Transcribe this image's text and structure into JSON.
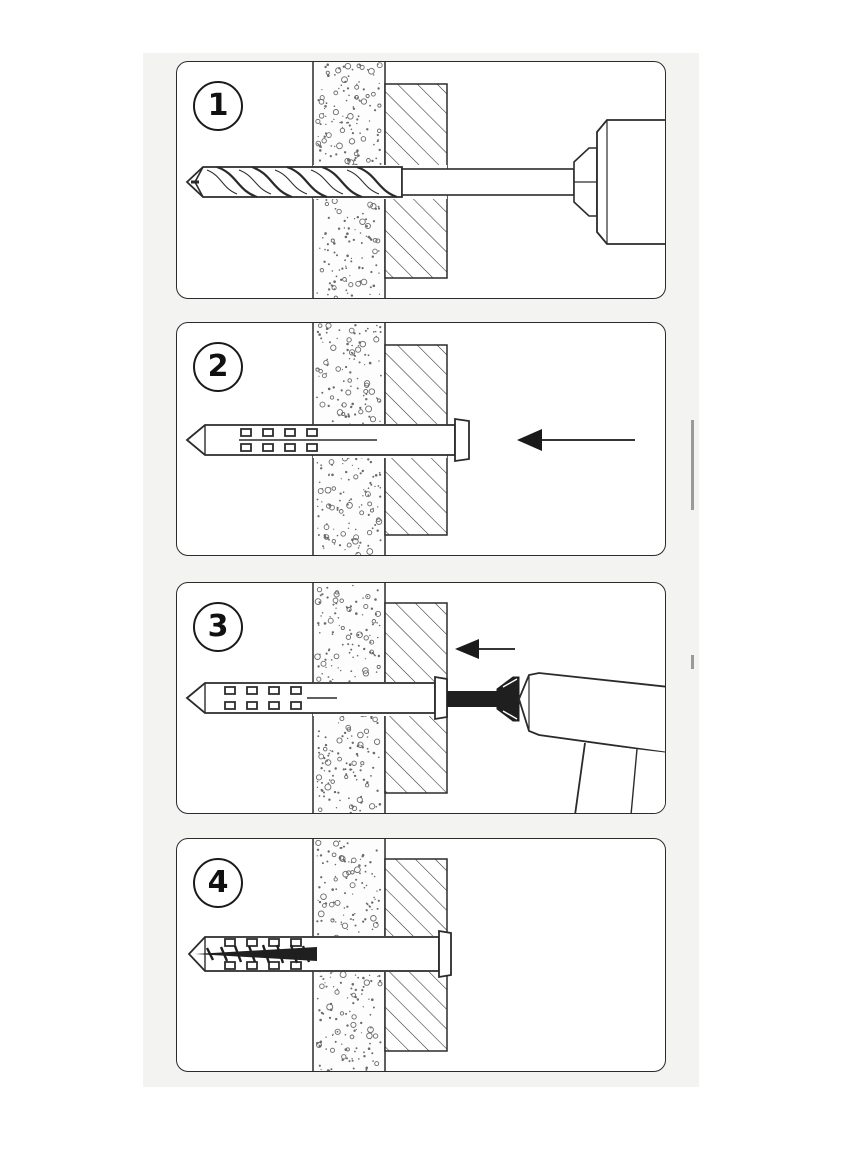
{
  "steps": [
    {
      "number": "1",
      "action": "drill-hole"
    },
    {
      "number": "2",
      "action": "insert-anchor"
    },
    {
      "number": "3",
      "action": "drive-screw"
    },
    {
      "number": "4",
      "action": "fixed"
    }
  ],
  "colors": {
    "line": "#2b2b2b",
    "fill_dark": "#1f1f1f",
    "sheet": "#f3f3f1",
    "concrete_dot": "#6a6a6a"
  }
}
